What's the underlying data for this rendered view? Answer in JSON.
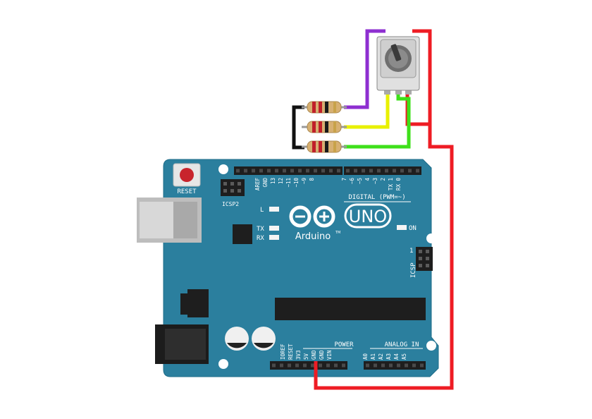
{
  "board": {
    "reset_label": "RESET",
    "icsp2_label": "ICSP2",
    "icsp_label": "ICSP",
    "icsp_pin1_label": "1",
    "brand": "Arduino",
    "model": "UNO",
    "trademark": "TM",
    "on_label": "ON",
    "led_l_label": "L",
    "led_tx_label": "TX",
    "led_rx_label": "RX",
    "digital_header_label": "DIGITAL (PWM=~)",
    "power_header_label": "POWER",
    "analog_header_label": "ANALOG IN",
    "digital_left_pins": [
      "AREF",
      "GND",
      "13",
      "12",
      "~11",
      "~10",
      "~9",
      "8"
    ],
    "digital_right_pins": [
      "7",
      "~6",
      "~5",
      "4",
      "~3",
      "2",
      "TX 1",
      "RX 0"
    ],
    "power_pins": [
      "IOREF",
      "RESET",
      "3V3",
      "5V",
      "GND",
      "GND",
      "VIN"
    ],
    "analog_pins": [
      "A0",
      "A1",
      "A2",
      "A3",
      "A4",
      "A5"
    ]
  },
  "colors": {
    "board": "#2b7f9e",
    "board_edge": "#1f6d89",
    "header": "#1e1e1e",
    "wire_red": "#ee1c24",
    "wire_black": "#111111",
    "wire_purple": "#8e2fd0",
    "wire_yellow": "#e8f000",
    "wire_green": "#3ee01a",
    "resistor_body": "#d7b072",
    "band_red": "#c0202a",
    "band_black": "#1a1a1a",
    "band_gold": "#c8a24a",
    "led": "#f4f4f4",
    "reset_button": "#c8242c",
    "usb_metal": "#bdbdbd",
    "dc_jack": "#1c1c1c",
    "pot_body": "#e0e0e0"
  }
}
